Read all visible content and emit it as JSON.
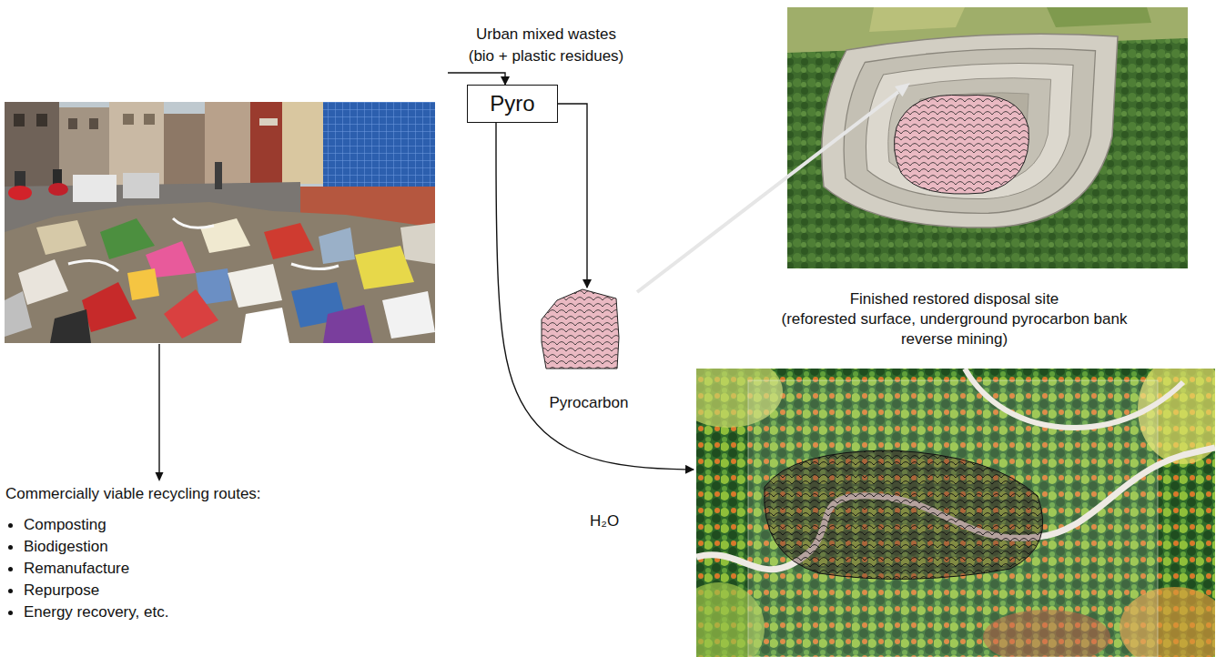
{
  "diagram": {
    "nodes": [
      {
        "text": [
          "Urban mixed wastes (bio + plastic residues)"
        ]
      },
      {
        "text": [
          "Pyro"
        ]
      },
      {
        "text": [
          "Pyrocarbon"
        ]
      },
      {
        "text": [
          "Finished restored disposal site",
          "(reforested surface, underground pyrocarbon bank reverse mining)"
        ]
      }
    ],
    "edges": [
      {
        "from": 0,
        "to": 1,
        "arrow": "to"
      },
      {
        "from": 1,
        "to": 2,
        "arrow": "to"
      },
      {
        "from": 1,
        "to": 3,
        "label": "H₂O",
        "arrow": "to"
      }
    ],
    "labels": [
      "Commercially viable recycling routes:",
      "Composting",
      "Biodigestion",
      "Remanufacture",
      "Repurpose",
      "Energy recovery, etc."
    ]
  }
}
